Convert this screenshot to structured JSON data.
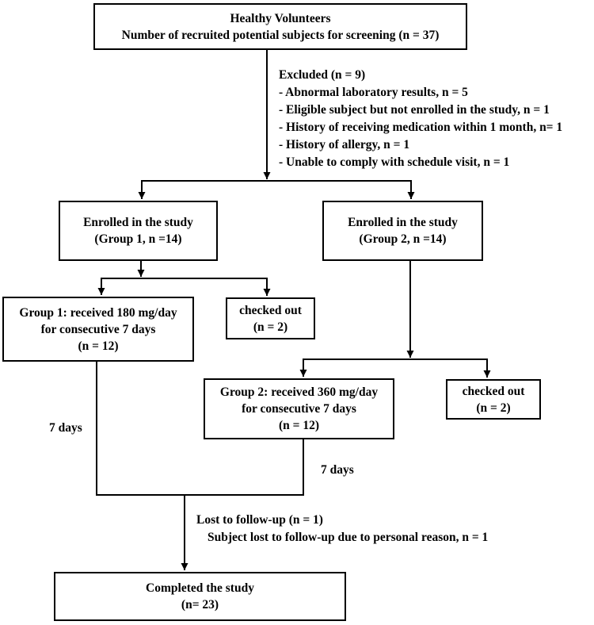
{
  "diagram": {
    "boxes": {
      "healthy_volunteers": {
        "lines": [
          "Healthy Volunteers",
          "Number of recruited potential subjects for screening (n = 37)"
        ]
      },
      "enrolled_group1": {
        "lines": [
          "Enrolled in the study",
          "(Group 1, n =14)"
        ]
      },
      "enrolled_group2": {
        "lines": [
          "Enrolled in the study",
          "(Group 2, n =14)"
        ]
      },
      "group1_dose": {
        "lines": [
          "Group 1: received 180 mg/day",
          "for consecutive 7 days",
          "(n = 12)"
        ]
      },
      "checked_out_group1": {
        "lines": [
          "checked out",
          "(n = 2)"
        ]
      },
      "group2_dose": {
        "lines": [
          "Group 2: received 360 mg/day",
          "for consecutive 7 days",
          "(n = 12)"
        ]
      },
      "checked_out_group2": {
        "lines": [
          "checked out",
          "(n = 2)"
        ]
      },
      "completed": {
        "lines": [
          "Completed the study",
          "(n= 23)"
        ]
      }
    },
    "annotations": {
      "excluded": {
        "header": "Excluded (n = 9)",
        "items": [
          "- Abnormal laboratory results, n = 5",
          "- Eligible subject but not enrolled in the study, n = 1",
          "- History of receiving medication within 1 month, n= 1",
          "- History of allergy, n = 1",
          "- Unable to comply with schedule visit, n = 1"
        ]
      },
      "duration_left": "7 days",
      "duration_right": "7 days",
      "lost_to_followup": {
        "header": "Lost to follow-up (n = 1)",
        "detail": "Subject lost to follow-up due to personal reason, n = 1"
      }
    },
    "colors": {
      "ink": "#000000",
      "background": "#ffffff"
    }
  }
}
